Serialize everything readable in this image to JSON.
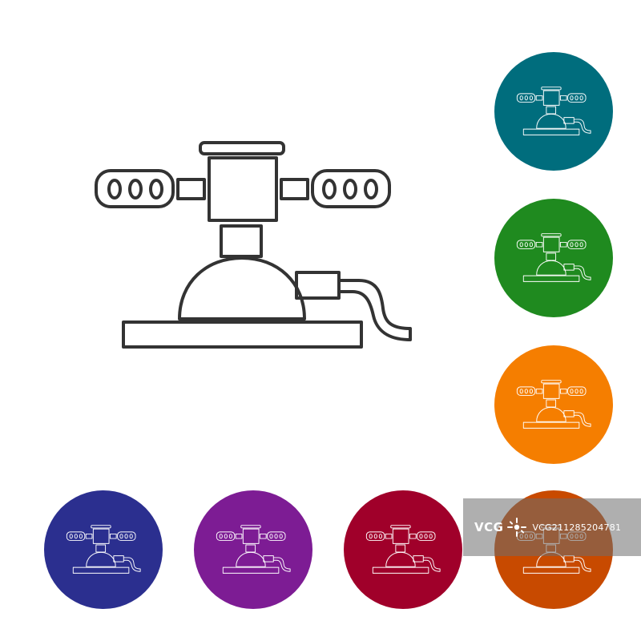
{
  "icon": {
    "name": "lawn-sprinkler-line-icon",
    "stroke_color": "#333333",
    "badge_stroke_color": "#ffffff"
  },
  "badges": [
    {
      "name": "teal-badge",
      "color": "#006d7d"
    },
    {
      "name": "green-badge",
      "color": "#1f8a1f"
    },
    {
      "name": "orange-badge",
      "color": "#f57e00"
    },
    {
      "name": "navy-badge",
      "color": "#2b2f8f"
    },
    {
      "name": "purple-badge",
      "color": "#7d1c94"
    },
    {
      "name": "crimson-badge",
      "color": "#a0002a"
    },
    {
      "name": "rust-badge",
      "color": "#c84a00"
    }
  ],
  "watermark": {
    "logo": "VCG",
    "id": "VCG211285204781"
  }
}
